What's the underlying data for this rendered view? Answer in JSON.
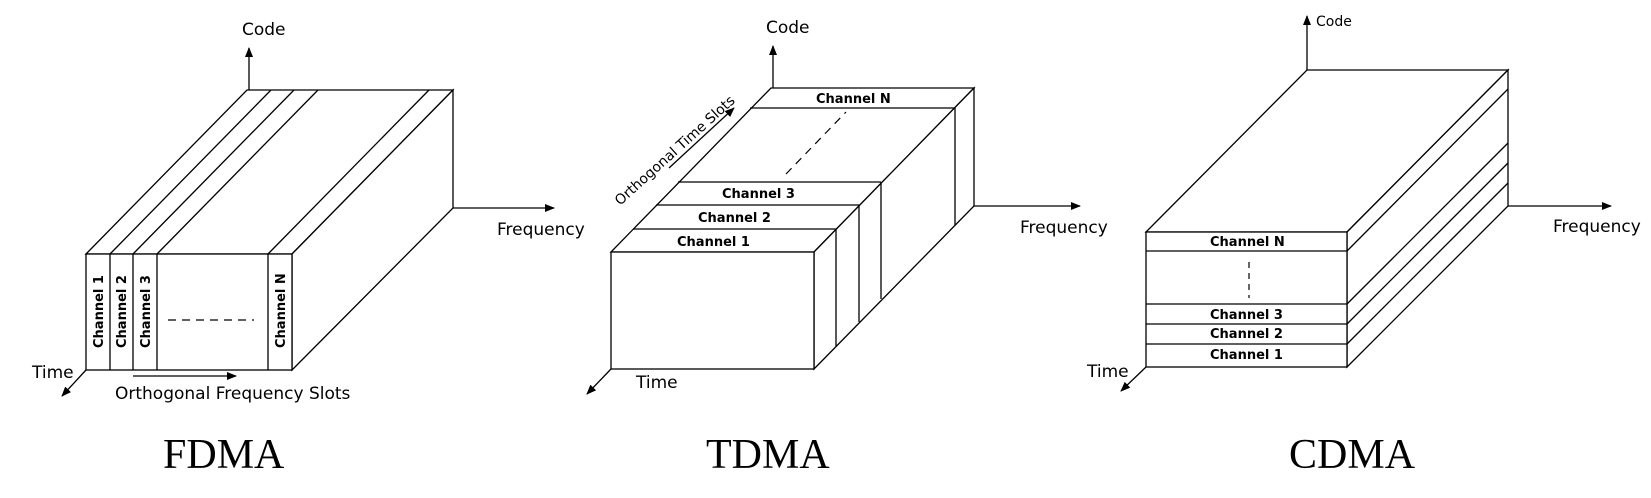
{
  "panels": {
    "fdma": {
      "title": "FDMA",
      "axes": {
        "code": "Code",
        "frequency": "Frequency",
        "time": "Time"
      },
      "slots_label": "Orthogonal Frequency Slots",
      "channels": [
        "Channel 1",
        "Channel 2",
        "Channel 3",
        "Channel N"
      ]
    },
    "tdma": {
      "title": "TDMA",
      "axes": {
        "code": "Code",
        "frequency": "Frequency",
        "time": "Time"
      },
      "slots_label": "Orthogonal Time Slots",
      "channels": [
        "Channel 1",
        "Channel 2",
        "Channel 3",
        "Channel N"
      ]
    },
    "cdma": {
      "title": "CDMA",
      "axes": {
        "code": "Code",
        "frequency": "Frequency",
        "time": "Time"
      },
      "channels": [
        "Channel 1",
        "Channel 2",
        "Channel 3",
        "Channel N"
      ]
    }
  }
}
